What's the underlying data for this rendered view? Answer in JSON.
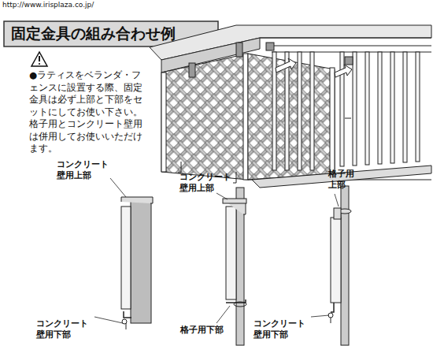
{
  "diagram": {
    "title": "固定金具の組み合わせ例",
    "labels": [
      "http://www.irisplaza.co.jp/",
      "●ラティスをベランダ・フェンスに設置する際、固定金具は必ず上部と下部をセットにしてお使い下さい。格子用とコンクリート壁用は併用してお使いいただけます。",
      "コンクリート 壁用上部",
      "コンクリート 壁用上部",
      "格子用 上部",
      "コンクリート 壁用下部",
      "格子用下部",
      "コンクリート 壁用下部"
    ]
  }
}
